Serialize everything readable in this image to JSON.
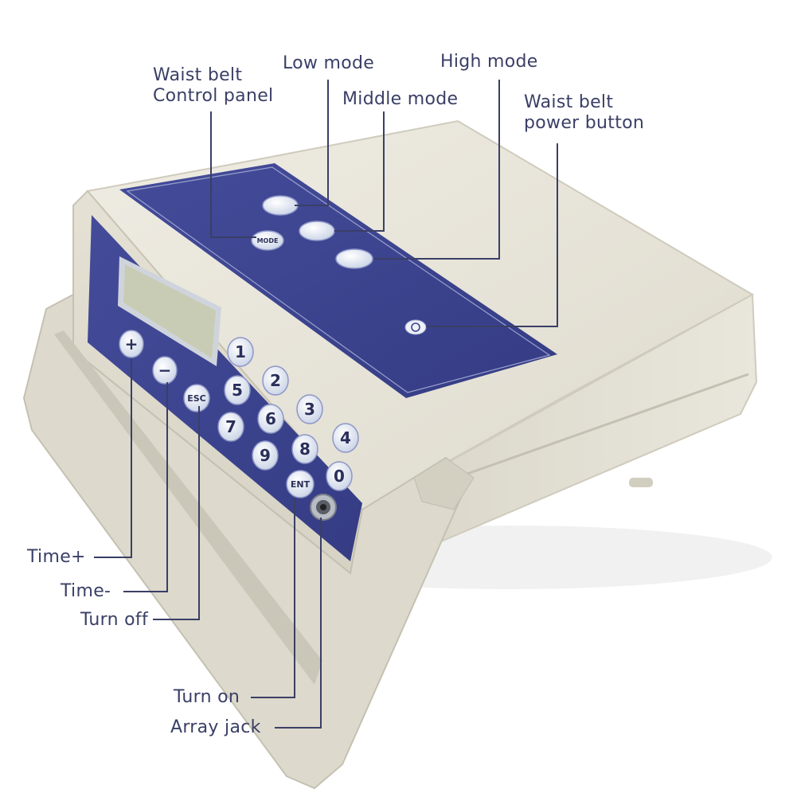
{
  "labels": {
    "waist_belt_control_panel": [
      "Waist belt",
      "Control panel"
    ],
    "low_mode": "Low mode",
    "high_mode": "High mode",
    "middle_mode": "Middle mode",
    "waist_belt_power_button": [
      "Waist belt",
      "power button"
    ],
    "time_plus": "Time+",
    "time_minus": "Time-",
    "turn_off": "Turn off",
    "turn_on": "Turn on",
    "array_jack": "Array jack"
  },
  "device": {
    "keypad": {
      "plus": "+",
      "minus": "−",
      "esc": "ESC",
      "ent": "ENT",
      "numbers": [
        "1",
        "2",
        "3",
        "4",
        "5",
        "6",
        "7",
        "8",
        "9",
        "0"
      ]
    },
    "top_panel": {
      "mode_key": "MODE"
    }
  },
  "colors": {
    "casing": "#e6e2d6",
    "panel": "#3d4490",
    "label_text": "#3a3f66",
    "leader_line": "#3a3f66",
    "lcd": "#c8ccb4"
  }
}
